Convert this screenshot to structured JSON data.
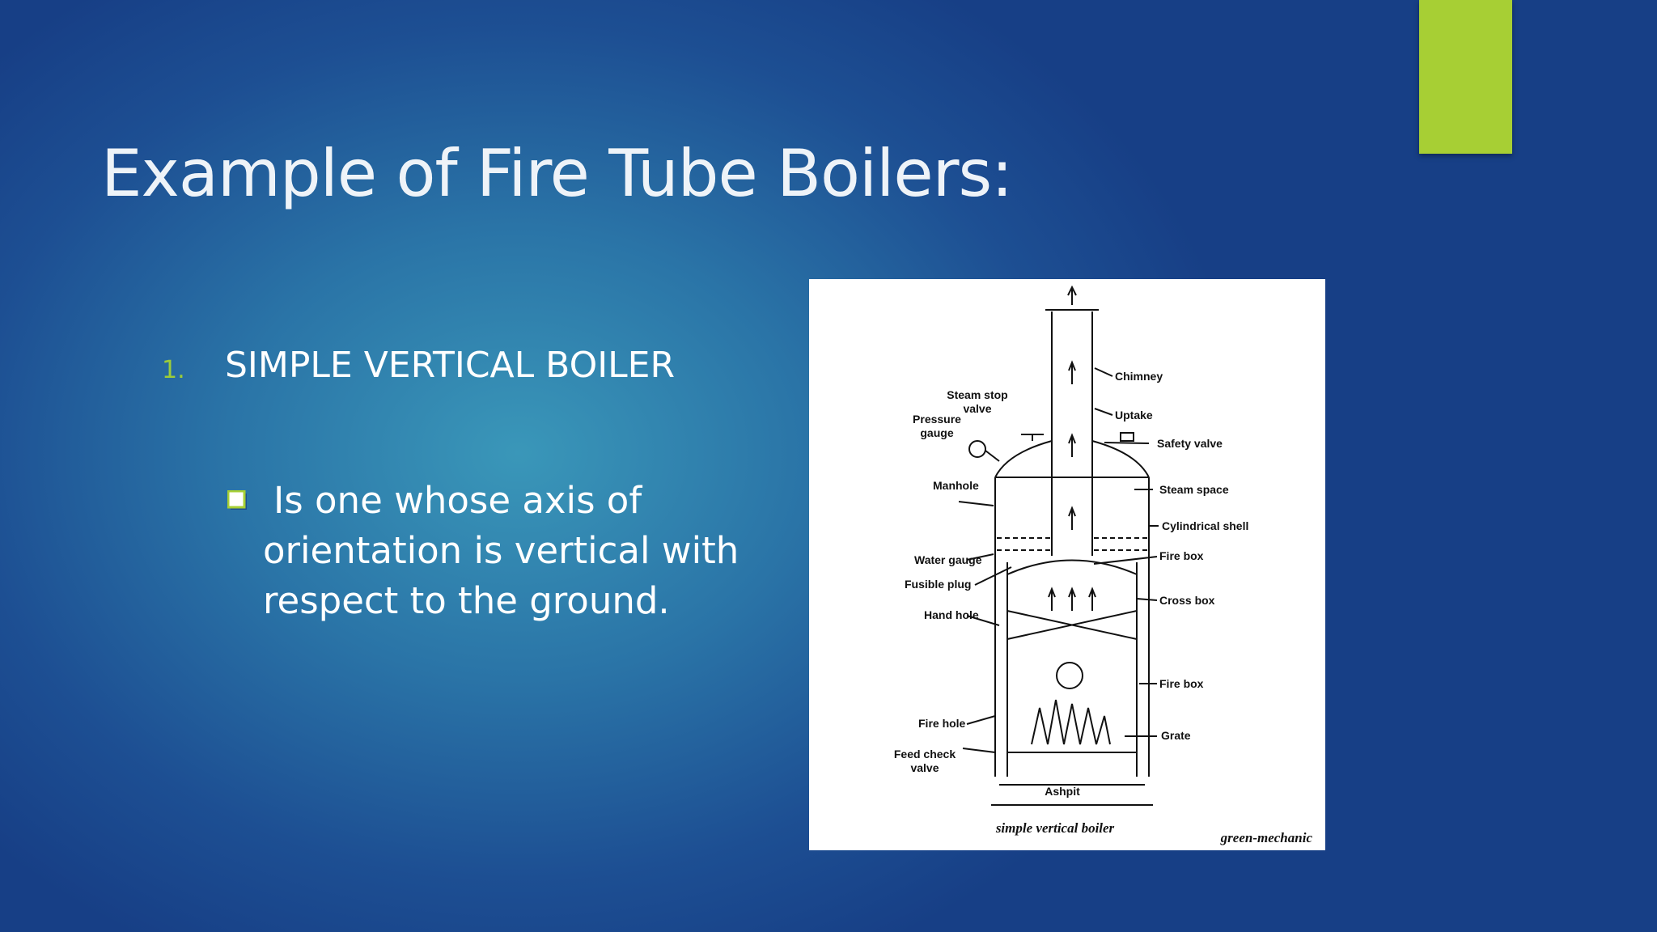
{
  "slide": {
    "title": "Example of Fire Tube Boilers:",
    "list_number": "1.",
    "list_item": "SIMPLE VERTICAL BOILER",
    "bullet_text": "Is one whose axis of orientation is vertical with respect to the ground.",
    "accent_color": "#a7cf34"
  },
  "figure": {
    "labels": {
      "chimney": "Chimney",
      "steam_stop_valve_1": "Steam stop",
      "steam_stop_valve_2": "valve",
      "pressure_gauge_1": "Pressure",
      "pressure_gauge_2": "gauge",
      "uptake": "Uptake",
      "safety_valve": "Safety valve",
      "manhole": "Manhole",
      "steam_space": "Steam space",
      "cylindrical_shell": "Cylindrical shell",
      "water_gauge": "Water gauge",
      "fire_box_upper": "Fire box",
      "fusible_plug": "Fusible plug",
      "cross_box": "Cross box",
      "hand_hole": "Hand hole",
      "fire_box_lower": "Fire box",
      "fire_hole": "Fire hole",
      "grate": "Grate",
      "feed_check_valve_1": "Feed check",
      "feed_check_valve_2": "valve",
      "ashpit": "Ashpit"
    },
    "caption": "simple vertical boiler",
    "credit": "green-mechanic"
  }
}
